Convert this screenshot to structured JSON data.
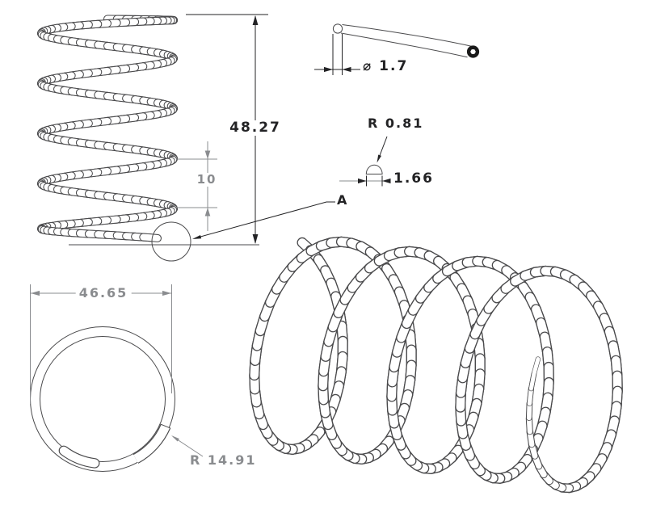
{
  "dimensions": {
    "front_height": "48.27",
    "front_pitch": "10",
    "wire_diameter": "⌀ 1.7",
    "end_radius": "R 0.81",
    "end_width": "1.66",
    "detail_label": "A",
    "top_outer_diameter": "46.65",
    "coil_radius": "R 14.91"
  },
  "colors": {
    "driving_dimension": "#232325",
    "reference_dimension": "#8a8c8f",
    "line": "#4a4a4c",
    "background": "#ffffff"
  }
}
